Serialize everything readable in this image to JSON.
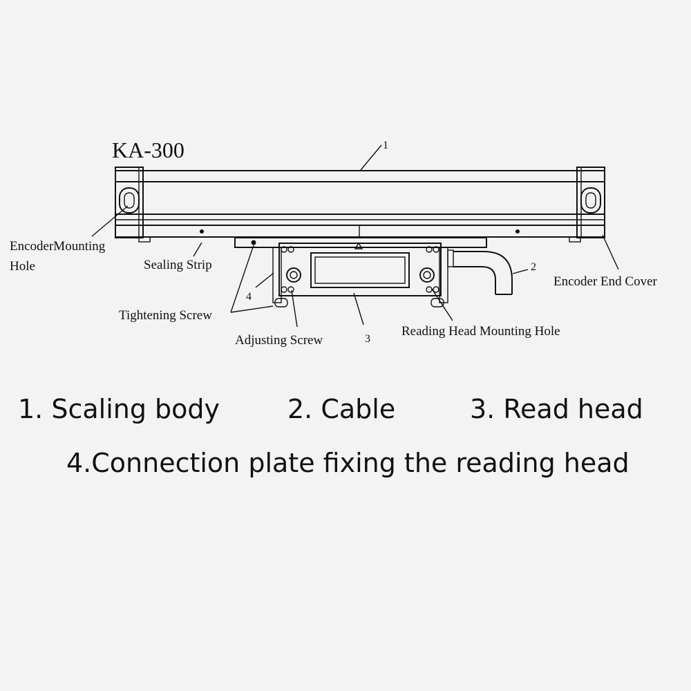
{
  "diagram": {
    "model": "KA-300",
    "callouts": {
      "encoder_mounting_hole_1": "EncoderMounting",
      "encoder_mounting_hole_2": "Hole",
      "sealing_strip": "Sealing Strip",
      "tightening_screw": "Tightening Screw",
      "adjusting_screw": "Adjusting Screw",
      "reading_head_mounting_hole": "Reading Head Mounting Hole",
      "encoder_end_cover": "Encoder End Cover"
    },
    "numbers": {
      "n1": "1",
      "n2": "2",
      "n3": "3",
      "n4": "4"
    }
  },
  "legend": {
    "item1": "1. Scaling body",
    "item2": "2. Cable",
    "item3": "3. Read head",
    "item4": "4.Connection plate fixing the reading head"
  }
}
